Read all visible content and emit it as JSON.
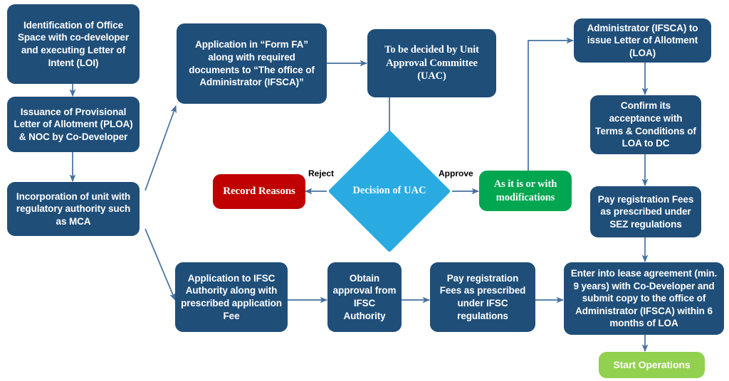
{
  "diagram": {
    "title": "IFSC Unit Setup Process Flowchart",
    "colors": {
      "navy": "#1F4E79",
      "red": "#C00000",
      "green": "#00A650",
      "lime": "#92D050",
      "cyan": "#29ABE2",
      "connector": "#44719E",
      "text_on_fill": "#FFFFFF",
      "edge_label": "#000000",
      "background": "#FFFFFF"
    },
    "nodes": [
      {
        "id": "identification",
        "label": "Identification of Office Space with co-developer and executing Letter of Intent (LOI)",
        "shape": "rounded-rect",
        "color": "navy"
      },
      {
        "id": "ploa",
        "label": "Issuance of Provisional Letter of Allotment (PLOA) & NOC by Co-Developer",
        "shape": "rounded-rect",
        "color": "navy"
      },
      {
        "id": "incorporation",
        "label": "Incorporation of unit with regulatory authority such as MCA",
        "shape": "rounded-rect",
        "color": "navy"
      },
      {
        "id": "form-fa",
        "label": "Application in “Form FA” along with required documents to “The office of Administrator (IFSCA)”",
        "shape": "rounded-rect",
        "color": "navy"
      },
      {
        "id": "uac",
        "label": "To be decided by Unit Approval Committee (UAC)",
        "shape": "rounded-rect",
        "color": "navy"
      },
      {
        "id": "decision",
        "label": "Decision of UAC",
        "shape": "diamond",
        "color": "cyan"
      },
      {
        "id": "record-reasons",
        "label": "Record Reasons",
        "shape": "rounded-rect",
        "color": "red"
      },
      {
        "id": "as-it-is",
        "label": "As it is or with modifications",
        "shape": "rounded-rect",
        "color": "green"
      },
      {
        "id": "loa",
        "label": "Administrator (IFSCA) to issue Letter of Allotment (LOA)",
        "shape": "rounded-rect",
        "color": "navy"
      },
      {
        "id": "confirm-acceptance",
        "label": "Confirm its acceptance with Terms & Conditions of LOA to DC",
        "shape": "rounded-rect",
        "color": "navy"
      },
      {
        "id": "pay-sez",
        "label": "Pay registration Fees as prescribed under SEZ regulations",
        "shape": "rounded-rect",
        "color": "navy"
      },
      {
        "id": "apply-ifsc",
        "label": "Application to IFSC Authority along with prescribed application Fee",
        "shape": "rounded-rect",
        "color": "navy"
      },
      {
        "id": "obtain-approval",
        "label": "Obtain approval from IFSC Authority",
        "shape": "rounded-rect",
        "color": "navy"
      },
      {
        "id": "pay-ifsc",
        "label": "Pay registration Fees as prescribed under IFSC regulations",
        "shape": "rounded-rect",
        "color": "navy"
      },
      {
        "id": "lease",
        "label": "Enter into lease agreement (min. 9 years) with Co-Developer and submit copy to the office of Administrator (IFSCA) within 6 months of LOA",
        "shape": "rounded-rect",
        "color": "navy"
      },
      {
        "id": "start-operations",
        "label": "Start Operations",
        "shape": "rounded-rect",
        "color": "lime"
      }
    ],
    "edge_labels": {
      "reject": "Reject",
      "approve": "Approve"
    },
    "edges": [
      {
        "from": "identification",
        "to": "ploa",
        "label": ""
      },
      {
        "from": "ploa",
        "to": "incorporation",
        "label": ""
      },
      {
        "from": "incorporation",
        "to": "form-fa",
        "label": ""
      },
      {
        "from": "incorporation",
        "to": "apply-ifsc",
        "label": ""
      },
      {
        "from": "form-fa",
        "to": "uac",
        "label": ""
      },
      {
        "from": "uac",
        "to": "decision",
        "label": ""
      },
      {
        "from": "decision",
        "to": "record-reasons",
        "label": "Reject"
      },
      {
        "from": "decision",
        "to": "as-it-is",
        "label": "Approve"
      },
      {
        "from": "as-it-is",
        "to": "loa",
        "label": ""
      },
      {
        "from": "loa",
        "to": "confirm-acceptance",
        "label": ""
      },
      {
        "from": "confirm-acceptance",
        "to": "pay-sez",
        "label": ""
      },
      {
        "from": "pay-sez",
        "to": "lease",
        "label": ""
      },
      {
        "from": "apply-ifsc",
        "to": "obtain-approval",
        "label": ""
      },
      {
        "from": "obtain-approval",
        "to": "pay-ifsc",
        "label": ""
      },
      {
        "from": "pay-ifsc",
        "to": "lease",
        "label": ""
      },
      {
        "from": "lease",
        "to": "start-operations",
        "label": ""
      }
    ]
  }
}
